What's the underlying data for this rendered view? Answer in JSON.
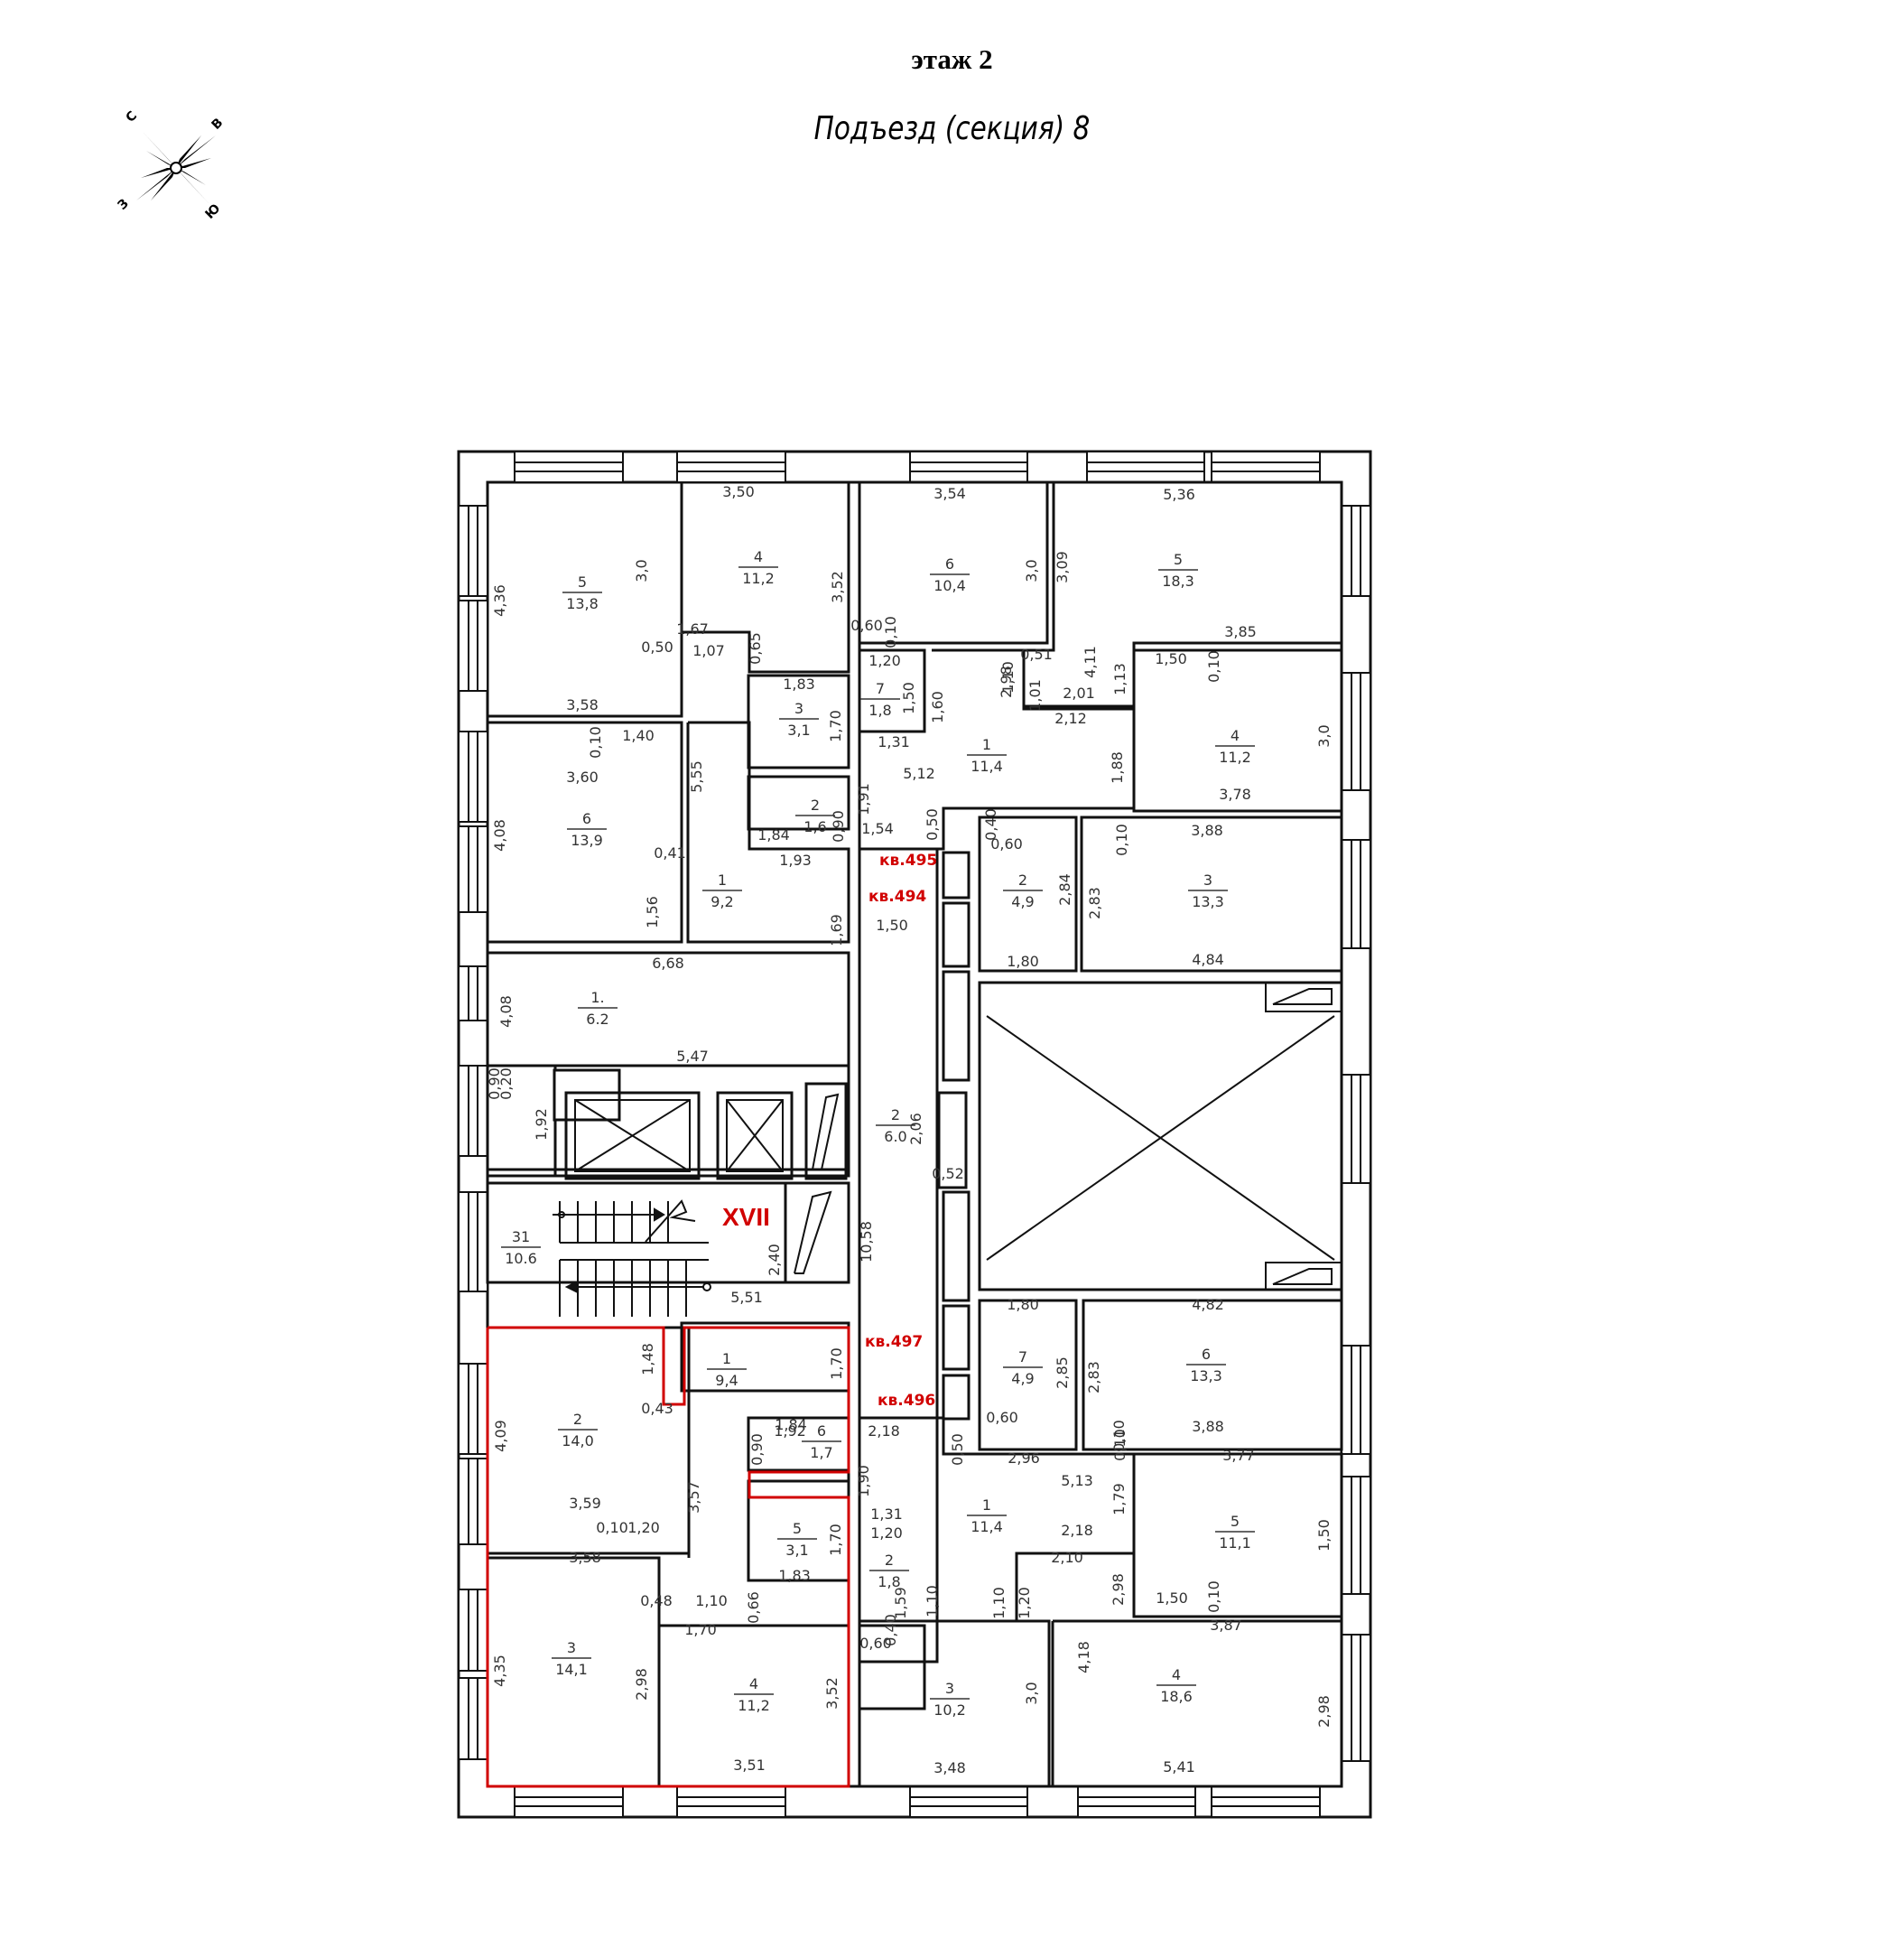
{
  "header": {
    "floor": "этаж 2",
    "section": "Подъезд (секция) 8"
  },
  "compass": {
    "letters": [
      "С",
      "В",
      "Ю",
      "З"
    ]
  },
  "stair": {
    "label": "XVII"
  },
  "colors": {
    "wall": "#111111",
    "highlight": "#d10000",
    "text": "#333333"
  },
  "apartments": [
    "кв.495",
    "кв.494",
    "кв.497",
    "кв.496"
  ],
  "rooms": [
    {
      "n": "5",
      "a": "13,8"
    },
    {
      "n": "4",
      "a": "11,2"
    },
    {
      "n": "6",
      "a": "10,4"
    },
    {
      "n": "5",
      "a": "18,3"
    },
    {
      "n": "3",
      "a": "3,1"
    },
    {
      "n": "2",
      "a": "1,6"
    },
    {
      "n": "7",
      "a": "1,8"
    },
    {
      "n": "1",
      "a": "11,4"
    },
    {
      "n": "4",
      "a": "11,2"
    },
    {
      "n": "6",
      "a": "13,9"
    },
    {
      "n": "1",
      "a": "9,2"
    },
    {
      "n": "2",
      "a": "4,9"
    },
    {
      "n": "3",
      "a": "13,3"
    },
    {
      "n": "1.",
      "a": "6.2"
    },
    {
      "n": "2",
      "a": "6.0"
    },
    {
      "n": "31",
      "a": "10.6"
    },
    {
      "n": "2",
      "a": "14,0"
    },
    {
      "n": "1",
      "a": "9,4"
    },
    {
      "n": "6",
      "a": "1,7"
    },
    {
      "n": "7",
      "a": "4,9"
    },
    {
      "n": "6",
      "a": "13,3"
    },
    {
      "n": "3",
      "a": "14,1"
    },
    {
      "n": "5",
      "a": "3,1"
    },
    {
      "n": "2",
      "a": "1,8"
    },
    {
      "n": "1",
      "a": "11,4"
    },
    {
      "n": "5",
      "a": "11,1"
    },
    {
      "n": "4",
      "a": "11,2"
    },
    {
      "n": "3",
      "a": "10,2"
    },
    {
      "n": "4",
      "a": "18,6"
    }
  ],
  "dims": [
    "3,50",
    "3,54",
    "5,36",
    "4,36",
    "3,0",
    "3,52",
    "3,0",
    "3,09",
    "1,67",
    "0,50",
    "1,07",
    "0,65",
    "3,58",
    "1,83",
    "1,70",
    "1,40",
    "0,10",
    "5,55",
    "3,60",
    "4,08",
    "0,90",
    "1,84",
    "1,93",
    "0,41",
    "1,56",
    "1,69",
    "1,50",
    "0,60",
    "0,10",
    "1,20",
    "1,50",
    "1,60",
    "2,98",
    "1,10",
    "0,51",
    "1,01",
    "2,01",
    "1,13",
    "2,12",
    "4,11",
    "3,85",
    "1,50",
    "0,10",
    "3,0",
    "1,31",
    "5,12",
    "1,91",
    "1,88",
    "1,54",
    "0,50",
    "3,78",
    "0,40",
    "0,60",
    "3,88",
    "0,10",
    "2,84",
    "2,83",
    "1,80",
    "4,84",
    "6,68",
    "4,08",
    "5,47",
    "1,92",
    "0,90",
    "0,20",
    "2,06",
    "0,52",
    "10,58",
    "2,40",
    "5,51",
    "1,48",
    "0,43",
    "4,09",
    "1,70",
    "1,92",
    "1,84",
    "0,90",
    "3,59",
    "3,57",
    "0,10",
    "1,20",
    "3,58",
    "0,48",
    "1,10",
    "0,66",
    "1,70",
    "1,83",
    "1,70",
    "1,80",
    "4,82",
    "2,85",
    "2,83",
    "0,60",
    "2,18",
    "0,50",
    "0,10",
    "2,96",
    "3,88",
    "0,10",
    "5,13",
    "3,77",
    "1,79",
    "1,90",
    "1,31",
    "1,20",
    "2,18",
    "2,10",
    "1,50",
    "1,59",
    "1,10",
    "1,10",
    "1,20",
    "2,98",
    "1,50",
    "0,10",
    "3,87",
    "4,35",
    "2,98",
    "3,52",
    "0,40",
    "0,60",
    "3,0",
    "4,18",
    "2,98",
    "3,51",
    "3,48",
    "5,41"
  ]
}
